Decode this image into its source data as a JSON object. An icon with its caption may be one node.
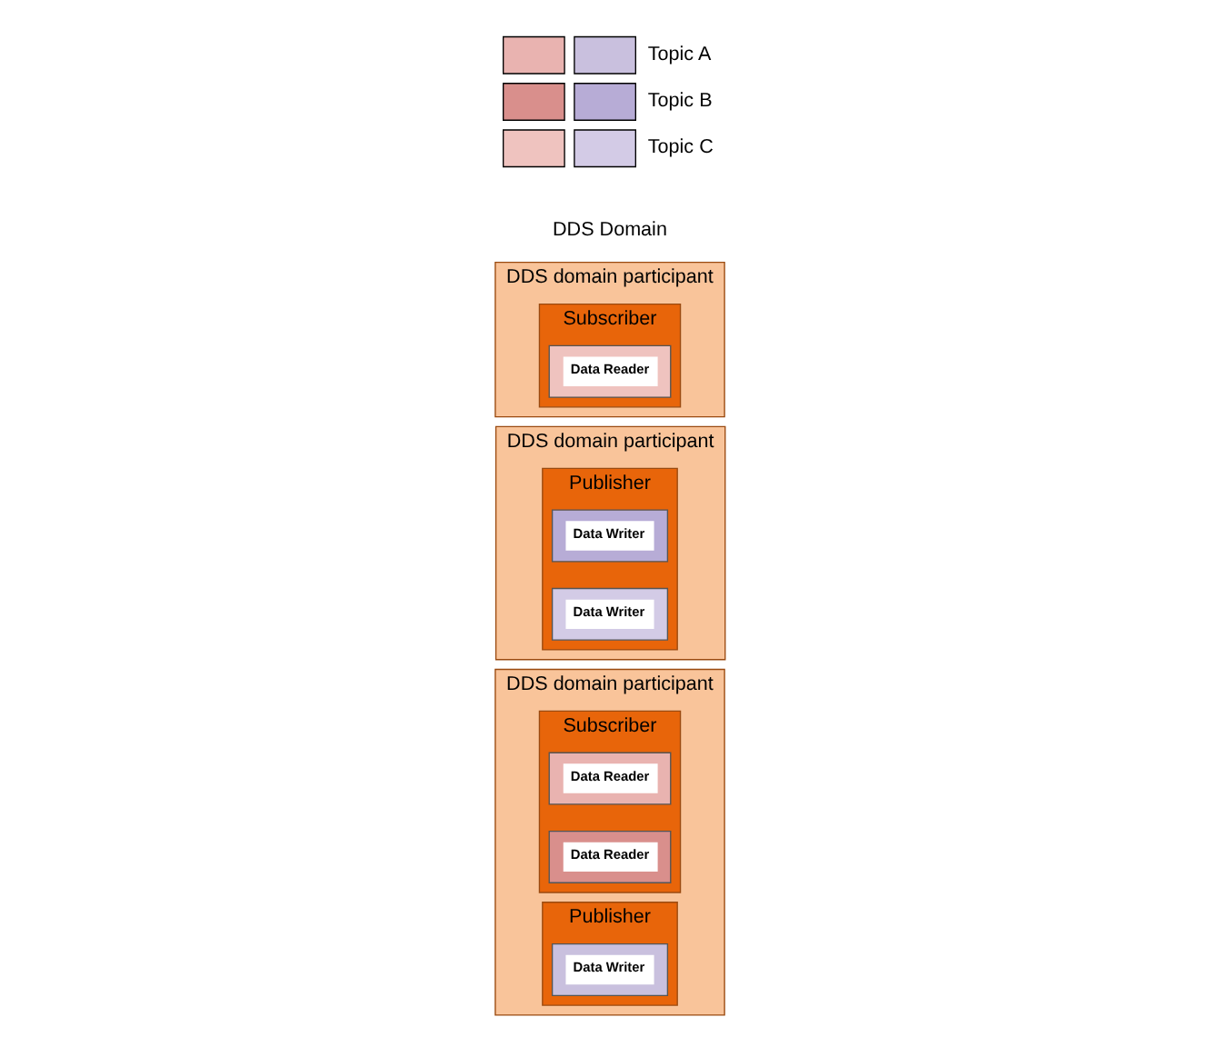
{
  "diagram": {
    "nodes": [
      {
        "text": [
          "DDS domain participant"
        ]
      },
      {
        "text": [
          "Subscriber"
        ],
        "in": 0
      },
      {
        "text": [
          "Data Reader"
        ],
        "in": 1
      },
      {
        "text": [
          "Data Reader"
        ],
        "in": 1
      },
      {
        "text": [
          "Publisher"
        ],
        "in": 0
      },
      {
        "text": [
          "Data Writer"
        ],
        "in": 4
      },
      {
        "text": [
          "DDS domain participant"
        ]
      },
      {
        "text": [
          "Publisher"
        ],
        "in": 6
      },
      {
        "text": [
          "Data Writer"
        ],
        "in": 7
      },
      {
        "text": [
          "Data Writer"
        ],
        "in": 7
      },
      {
        "text": [
          "DDS domain participant"
        ]
      },
      {
        "text": [
          "Subscriber"
        ],
        "in": 10
      },
      {
        "text": [
          "Data Reader"
        ],
        "in": 11
      }
    ],
    "edges": [],
    "labels": [
      "DDS Domain"
    ],
    "legend": [
      {
        "text": "Topic A"
      },
      {
        "text": "Topic B"
      },
      {
        "text": "Topic C"
      }
    ]
  }
}
